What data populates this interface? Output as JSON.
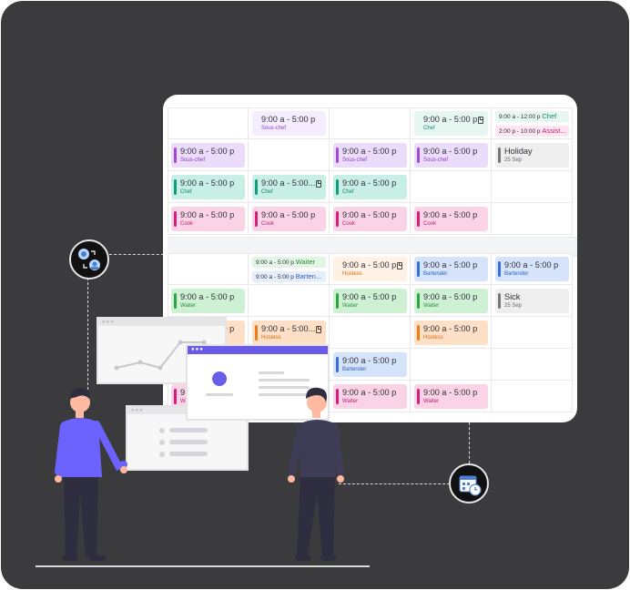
{
  "schedule": {
    "top_rows": [
      [
        null,
        {
          "time": "9:00 a - 5:00 p",
          "role": "Sous-chef",
          "tone": "lightpurple"
        },
        null,
        {
          "time": "9:00 a - 5:00 p",
          "role": "Chef",
          "tone": "lightteal",
          "doc": true
        },
        {
          "mini": [
            {
              "time": "9:00 a - 12:00 p",
              "role": "Chef",
              "tone": "lightteal"
            },
            {
              "time": "2:00 p - 10:00 p",
              "role": "Assist...",
              "tone": "lightpink"
            }
          ]
        }
      ],
      [
        {
          "time": "9:00 a - 5:00 p",
          "role": "Sous-chef",
          "tone": "purple"
        },
        null,
        {
          "time": "9:00 a - 5:00 p",
          "role": "Sous-chef",
          "tone": "purple"
        },
        {
          "time": "9:00 a - 5:00 p",
          "role": "Sous-chef",
          "tone": "purple"
        },
        {
          "time": "Holiday",
          "role": "25 Sep",
          "tone": "gray"
        }
      ],
      [
        {
          "time": "9:00 a - 5:00 p",
          "role": "Chef",
          "tone": "teal"
        },
        {
          "time": "9:00 a - 5:00...",
          "role": "Chef",
          "tone": "teal",
          "doc": true
        },
        {
          "time": "9:00 a - 5:00 p",
          "role": "Chef",
          "tone": "teal"
        },
        null,
        null
      ],
      [
        {
          "time": "9:00 a - 5:00 p",
          "role": "Cook",
          "tone": "pink"
        },
        {
          "time": "9:00 a - 5:00 p",
          "role": "Cook",
          "tone": "pink"
        },
        {
          "time": "9:00 a - 5:00 p",
          "role": "Cook",
          "tone": "pink"
        },
        {
          "time": "9:00 a - 5:00 p",
          "role": "Cook",
          "tone": "pink"
        },
        null
      ]
    ],
    "bottom_rows": [
      [
        null,
        {
          "mini": [
            {
              "time": "9:00 a - 5:00 p",
              "role": "Waiter",
              "tone": "lightgreen"
            },
            {
              "time": "9:00 a - 5:00 p",
              "role": "Barten...",
              "tone": "lightblue"
            }
          ]
        },
        {
          "time": "9:00 a - 5:00 p",
          "role": "Hostess",
          "tone": "lightorange",
          "doc": true
        },
        {
          "time": "9:00 a - 5:00 p",
          "role": "Bartender",
          "tone": "blue"
        },
        {
          "time": "9:00 a - 5:00 p",
          "role": "Bartender",
          "tone": "blue"
        }
      ],
      [
        {
          "time": "9:00 a - 5:00 p",
          "role": "Waiter",
          "tone": "green"
        },
        null,
        {
          "time": "9:00 a - 5:00 p",
          "role": "Waiter",
          "tone": "green"
        },
        {
          "time": "9:00 a - 5:00 p",
          "role": "Waiter",
          "tone": "green"
        },
        {
          "time": "Sick",
          "role": "25 Sep",
          "tone": "gray"
        }
      ],
      [
        {
          "time": "9:00 a - 5:00 p",
          "role": "Hostess",
          "tone": "orange"
        },
        {
          "time": "9:00 a - 5:00...",
          "role": "Hostess",
          "tone": "orange",
          "doc": true
        },
        null,
        {
          "time": "9:00 a - 5:00 p",
          "role": "Hostess",
          "tone": "orange"
        },
        null
      ],
      [
        null,
        null,
        {
          "time": "9:00 a - 5:00 p",
          "role": "Bartender",
          "tone": "blue"
        },
        null,
        null
      ],
      [
        {
          "time": "9:00 a - 5:00 p",
          "role": "Waiter",
          "tone": "pink"
        },
        null,
        {
          "time": "9:00 a - 5:00 p",
          "role": "Waiter",
          "tone": "pink"
        },
        {
          "time": "9:00 a - 5:00 p",
          "role": "Waiter",
          "tone": "pink"
        },
        null
      ]
    ]
  },
  "colors": {
    "background": "#3b3b3d",
    "accent": "#6b5ce7",
    "badge": "#111111"
  },
  "icons": {
    "left_badge": "people-swap-icon",
    "right_badge": "calendar-clock-icon"
  }
}
